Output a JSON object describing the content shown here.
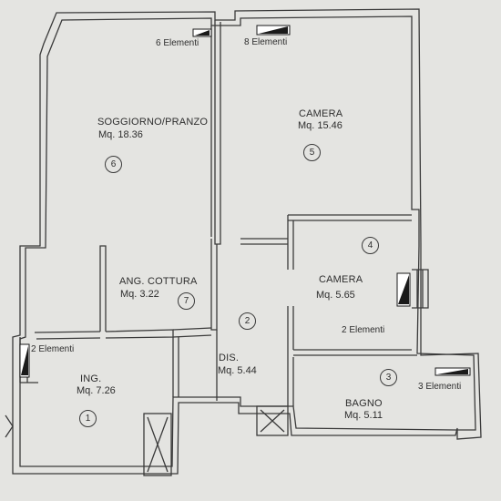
{
  "plan": {
    "rooms": [
      {
        "id": "soggiorno",
        "name": "SOGGIORNO/PRANZO",
        "area": "Mq. 18.36",
        "number": "6"
      },
      {
        "id": "camera-large",
        "name": "CAMERA",
        "area": "Mq. 15.46",
        "number": "5"
      },
      {
        "id": "camera-small",
        "name": "CAMERA",
        "area": "Mq. 5.65",
        "number": "4"
      },
      {
        "id": "angolo-cottura",
        "name": "ANG. COTTURA",
        "area": "Mq. 3.22",
        "number": "7"
      },
      {
        "id": "disimpegno",
        "name": "DIS.",
        "area": "Mq. 5.44",
        "number": "2"
      },
      {
        "id": "ingresso",
        "name": "ING.",
        "area": "Mq. 7.26",
        "number": "1"
      },
      {
        "id": "bagno",
        "name": "BAGNO",
        "area": "Mq. 5.11",
        "number": "3"
      }
    ],
    "radiators": {
      "soggiorno": "6 Elementi",
      "camera_large": "8 Elementi",
      "camera_small": "2 Elementi",
      "ingresso": "2 Elementi",
      "bagno": "3 Elementi"
    },
    "colors": {
      "paper": "#e4e4e1",
      "ink": "#3a3a3a",
      "radiator": "#1a1a1a"
    }
  }
}
